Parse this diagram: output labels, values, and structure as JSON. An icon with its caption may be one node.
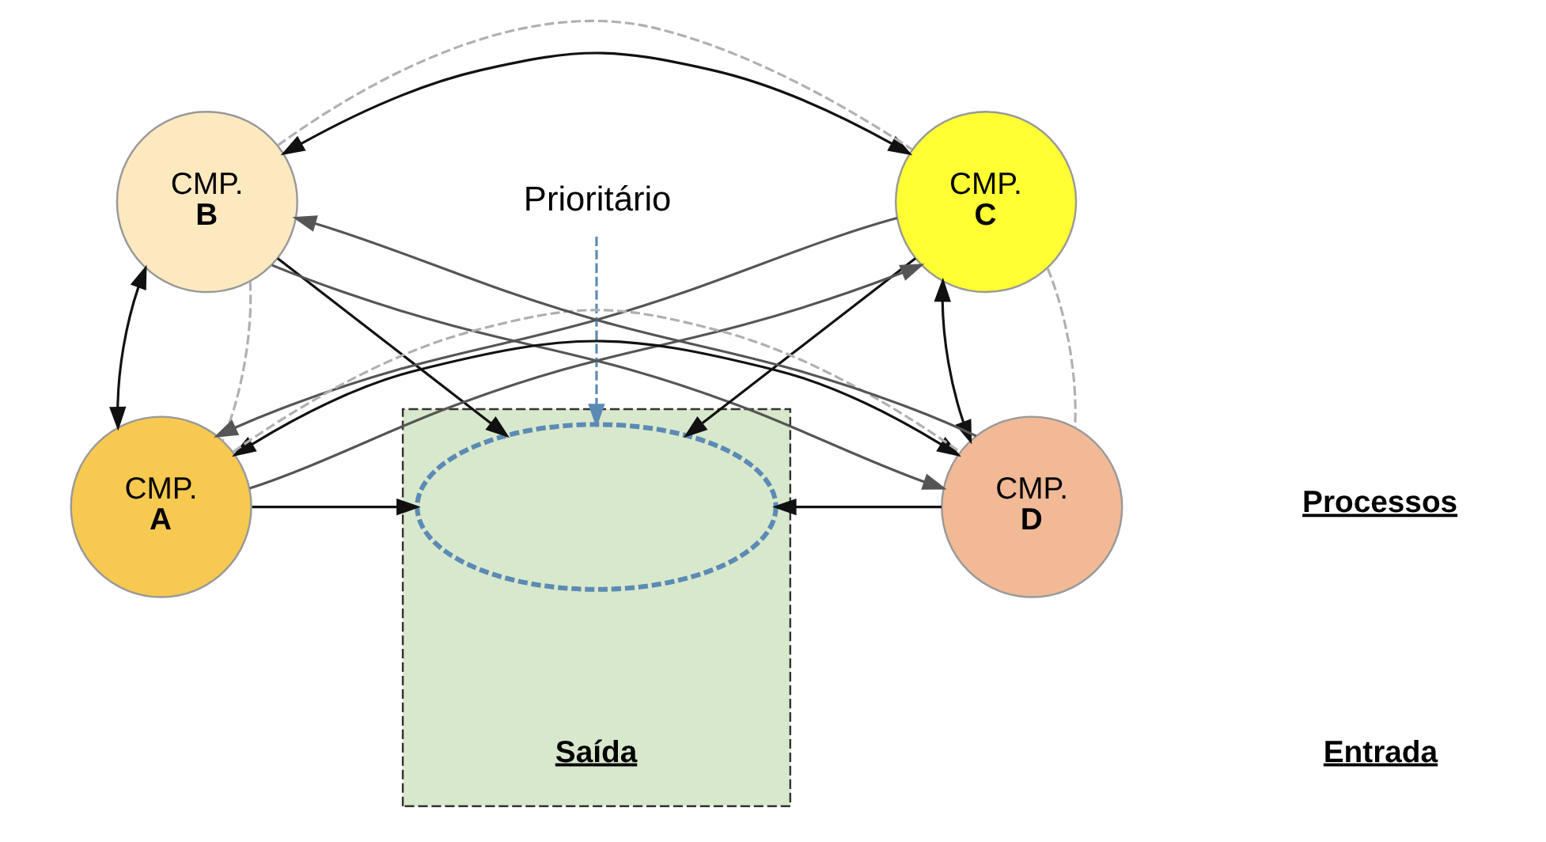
{
  "diagram": {
    "nodes": [
      {
        "text": [
          "CMP.",
          "B"
        ]
      },
      {
        "text": [
          "CMP.",
          "C"
        ]
      },
      {
        "text": [],
        "shape": "box"
      },
      {
        "text": [],
        "shape": "ellipse",
        "in": 2
      },
      {
        "text": [
          "Prioritário"
        ]
      },
      {
        "text": [
          "CMP.",
          "A"
        ]
      },
      {
        "text": [
          "CMP.",
          "D"
        ]
      }
    ],
    "edges": [
      {
        "from": 0,
        "to": 1,
        "arrow": "both"
      },
      {
        "from": 0,
        "to": 1,
        "arrow": "none",
        "style": "dashed",
        "color": "#b0b0b0"
      },
      {
        "from": 0,
        "to": 5,
        "arrow": "both"
      },
      {
        "from": 0,
        "to": 5,
        "arrow": "none",
        "style": "dashed",
        "color": "#b0b0b0"
      },
      {
        "from": 1,
        "to": 6,
        "arrow": "both"
      },
      {
        "from": 1,
        "to": 6,
        "arrow": "none",
        "style": "dashed",
        "color": "#b0b0b0"
      },
      {
        "from": 5,
        "to": 6,
        "arrow": "both"
      },
      {
        "from": 5,
        "to": 6,
        "arrow": "none",
        "style": "dashed",
        "color": "#b0b0b0"
      },
      {
        "from": 0,
        "to": 3,
        "arrow": "to"
      },
      {
        "from": 1,
        "to": 3,
        "arrow": "to"
      },
      {
        "from": 5,
        "to": 3,
        "arrow": "to"
      },
      {
        "from": 6,
        "to": 3,
        "arrow": "to"
      },
      {
        "from": 4,
        "to": 3,
        "arrow": "to",
        "style": "dashed",
        "color": "#5b8bb5"
      },
      {
        "from": 0,
        "to": 6,
        "arrow": "to",
        "color": "#555555"
      },
      {
        "from": 6,
        "to": 0,
        "arrow": "to",
        "color": "#555555"
      },
      {
        "from": 5,
        "to": 1,
        "arrow": "to",
        "color": "#555555"
      },
      {
        "from": 1,
        "to": 5,
        "arrow": "to",
        "color": "#555555"
      }
    ],
    "labels": [
      "Saída",
      "Processos",
      "Entrada"
    ]
  }
}
